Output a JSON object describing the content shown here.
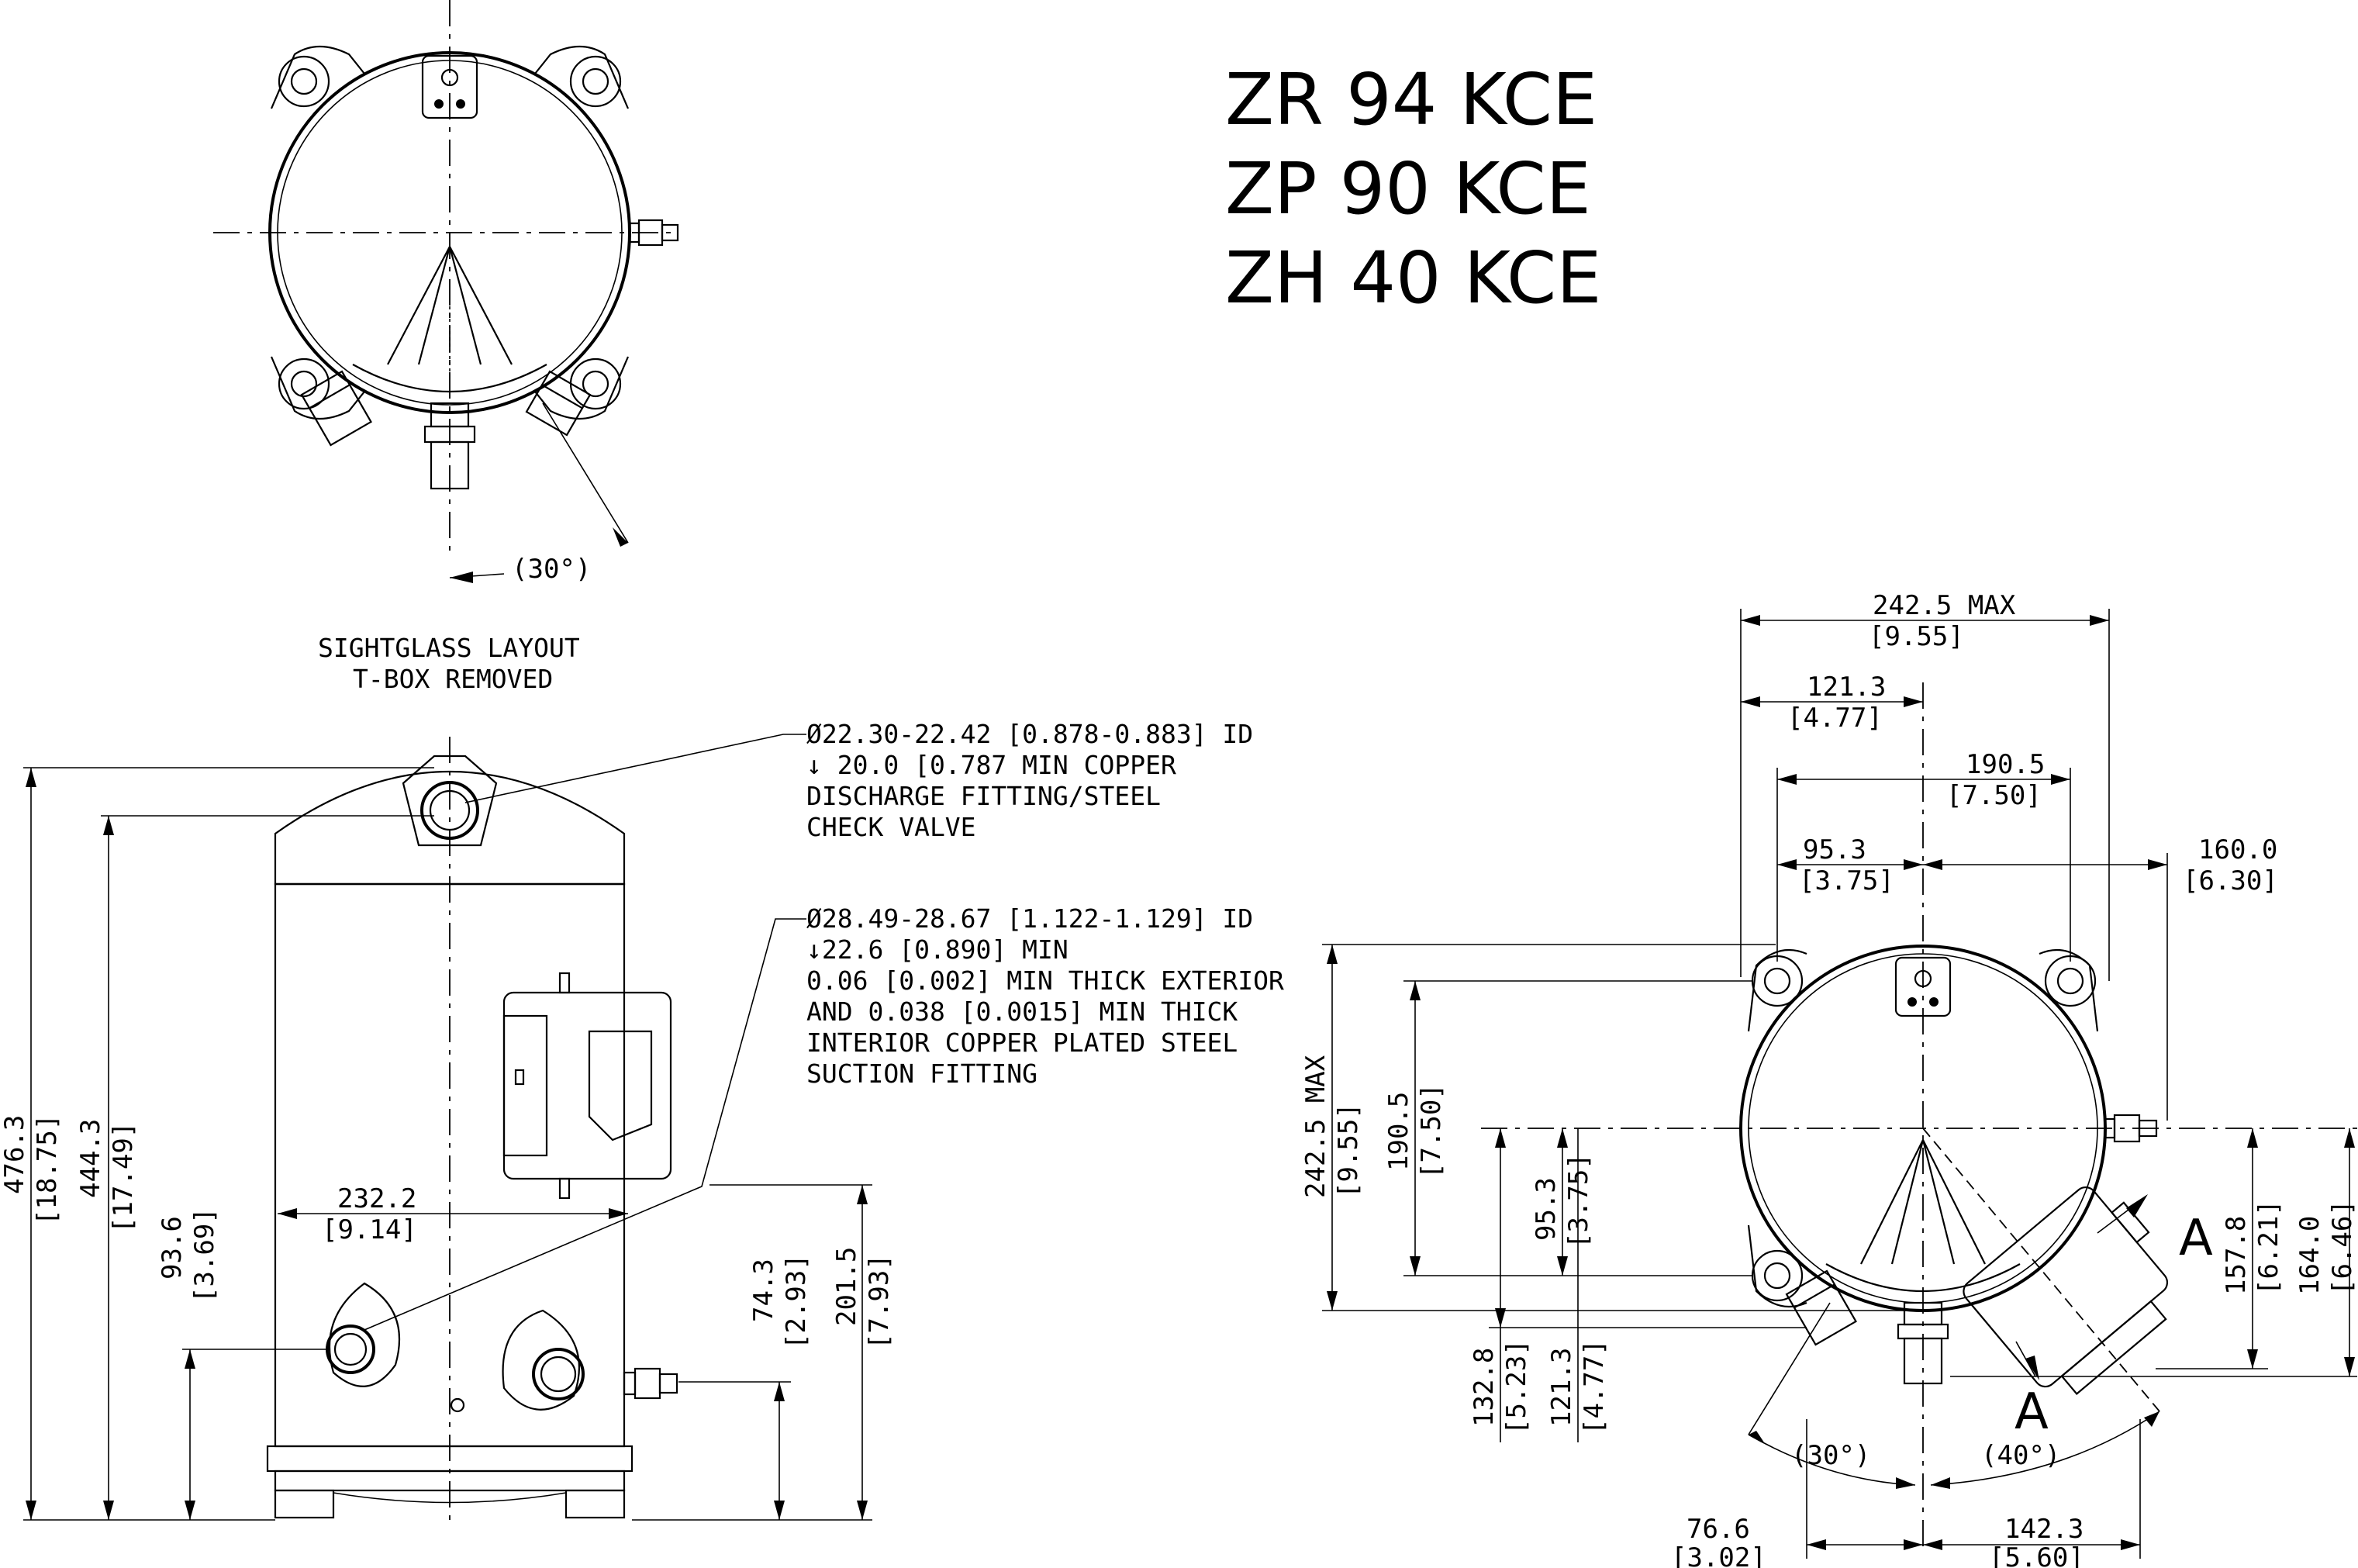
{
  "titles": [
    "ZR 94 KCE",
    "ZP 90 KCE",
    "ZH 40 KCE"
  ],
  "sightglass_caption": [
    "SIGHTGLASS LAYOUT",
    "T-BOX REMOVED"
  ],
  "angles": {
    "top_30": "(30°)",
    "right_30": "(30°)",
    "right_40": "(40°)"
  },
  "view_label": "A",
  "discharge_note": [
    "Ø22.30-22.42 [0.878-0.883] ID",
    "↓ 20.0 [0.787 MIN COPPER",
    "DISCHARGE FITTING/STEEL",
    "CHECK VALVE"
  ],
  "suction_note": [
    "Ø28.49-28.67 [1.122-1.129] ID",
    "↓22.6 [0.890] MIN",
    "0.06 [0.002] MIN THICK EXTERIOR",
    "AND 0.038 [0.0015] MIN THICK",
    "INTERIOR COPPER PLATED STEEL",
    "SUCTION FITTING"
  ],
  "side_view": {
    "overall_height": "476.3",
    "overall_height_in": "[18.75]",
    "discharge_height": "444.3",
    "discharge_height_in": "[17.49]",
    "suction_height": "93.6",
    "suction_height_in": "[3.69]",
    "width": "232.2",
    "width_in": "[9.14]",
    "fitting_height": "74.3",
    "fitting_height_in": "[2.93]",
    "tbox_height": "201.5",
    "tbox_height_in": "[7.93]"
  },
  "plan_view": {
    "max_width": "242.5 MAX",
    "max_width_in": "[9.55]",
    "half_width": "121.3",
    "half_width_in": "[4.77]",
    "mount_span": "190.5",
    "mount_span_in": "[7.50]",
    "mount_half": "95.3",
    "mount_half_in": "[3.75]",
    "fitting_offset": "160.0",
    "fitting_offset_in": "[6.30]",
    "max_depth": "242.5 MAX",
    "max_depth_in": "[9.55]",
    "mount_span_v": "190.5",
    "mount_span_v_in": "[7.50]",
    "mount_half_v": "95.3",
    "mount_half_v_in": "[3.75]",
    "disch_y": "132.8",
    "disch_y_in": "[5.23]",
    "half_depth": "121.3",
    "half_depth_in": "[4.77]",
    "tbox_y": "157.8",
    "tbox_y_in": "[6.21]",
    "suction_y": "164.0",
    "suction_y_in": "[6.46]",
    "disch_x": "76.6",
    "disch_x_in": "[3.02]",
    "tbox_x": "142.3",
    "tbox_x_in": "[5.60]"
  }
}
